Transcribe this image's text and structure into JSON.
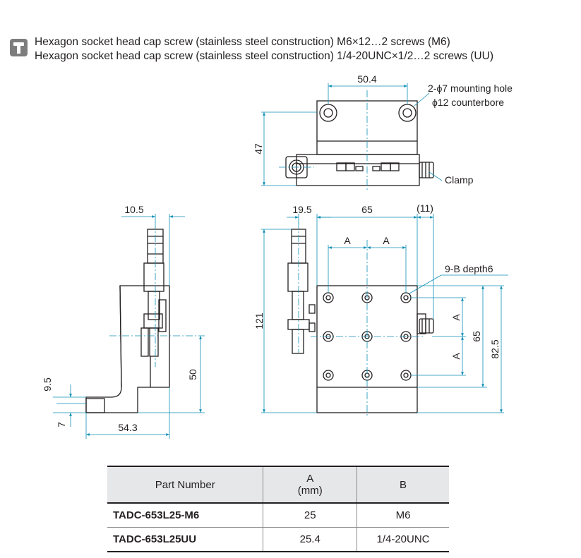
{
  "header": {
    "icon": "screw-icon",
    "lines": [
      "Hexagon socket head cap screw (stainless steel construction) M6×12…2 screws (M6)",
      "Hexagon socket head cap screw (stainless steel construction) 1/4-20UNC×1/2…2 screws (UU)"
    ]
  },
  "top_view": {
    "width_dim": "50.4",
    "height_dim": "47",
    "hole_label": "2-ϕ7 mounting hole",
    "counterbore_label": "ϕ12 counterbore",
    "clamp_label": "Clamp"
  },
  "side_view": {
    "top_dim": "10.5",
    "height_dim": "50",
    "dim_9_5": "9.5",
    "dim_7": "7",
    "bottom_dim": "54.3"
  },
  "front_view": {
    "dim_19_5": "19.5",
    "dim_65_top": "65",
    "dim_11": "(11)",
    "dim_121": "121",
    "dim_A_left": "A",
    "dim_A_right": "A",
    "holes_label": "9-B depth6",
    "dim_A_upper": "A",
    "dim_A_lower": "A",
    "dim_65_side": "65",
    "dim_82_5": "82.5"
  },
  "table": {
    "headers": [
      "Part Number",
      "A",
      "(mm)",
      "B"
    ],
    "rows": [
      {
        "part": "TADC-653L25-M6",
        "a": "25",
        "b": "M6"
      },
      {
        "part": "TADC-653L25UU",
        "a": "25.4",
        "b": "1/4-20UNC"
      }
    ]
  },
  "colors": {
    "dimension": "#0e8fb5",
    "centerline": "#0e8fb5",
    "outline": "#231f20",
    "header_bg": "#e6e7e8",
    "icon": "#7d7d7d"
  }
}
